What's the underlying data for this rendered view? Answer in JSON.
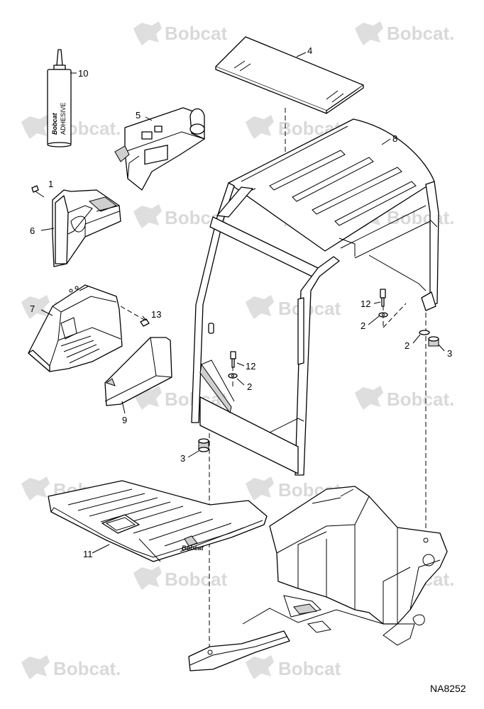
{
  "watermark": {
    "text": "Bobcat",
    "text_alt": "Bobcat."
  },
  "figure_ref": "NA8252",
  "adhesive_tube": {
    "brand": "Bobcat",
    "label": "ADHESIVE"
  },
  "floor_mat_logo": "Bobcat",
  "callouts": [
    {
      "id": "c10",
      "text": "10"
    },
    {
      "id": "c4",
      "text": "4"
    },
    {
      "id": "c5",
      "text": "5"
    },
    {
      "id": "c8",
      "text": "8"
    },
    {
      "id": "c1",
      "text": "1"
    },
    {
      "id": "c6",
      "text": "6"
    },
    {
      "id": "c7",
      "text": "7"
    },
    {
      "id": "c13",
      "text": "13"
    },
    {
      "id": "c12a",
      "text": "12"
    },
    {
      "id": "c2a",
      "text": "2"
    },
    {
      "id": "c2b",
      "text": "2"
    },
    {
      "id": "c3a",
      "text": "3"
    },
    {
      "id": "c12b",
      "text": "12"
    },
    {
      "id": "c2c",
      "text": "2"
    },
    {
      "id": "c9",
      "text": "9"
    },
    {
      "id": "c3b",
      "text": "3"
    },
    {
      "id": "c11",
      "text": "11"
    }
  ],
  "colors": {
    "line": "#000000",
    "watermark": "#d9d9d9",
    "background": "#ffffff"
  }
}
